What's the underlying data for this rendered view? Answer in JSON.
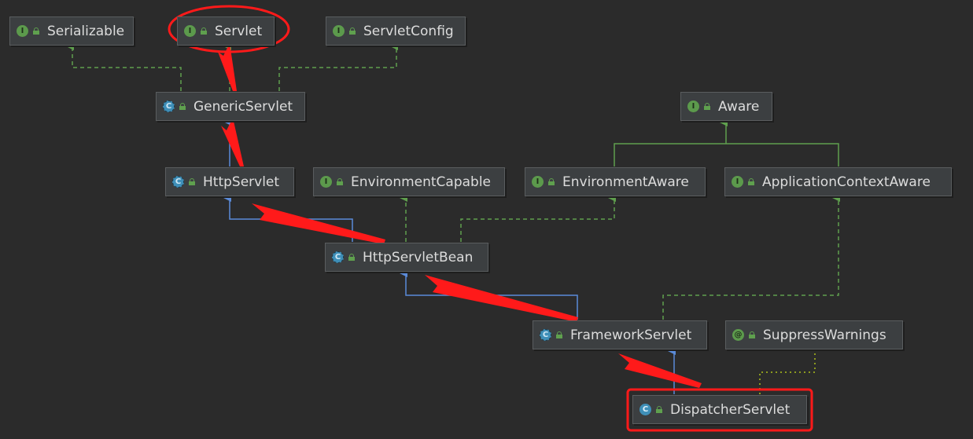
{
  "nodes": {
    "serializable": {
      "label": "Serializable",
      "kind": "I"
    },
    "servlet": {
      "label": "Servlet",
      "kind": "I"
    },
    "servlet_config": {
      "label": "ServletConfig",
      "kind": "I"
    },
    "generic_servlet": {
      "label": "GenericServlet",
      "kind": "C"
    },
    "aware": {
      "label": "Aware",
      "kind": "I"
    },
    "http_servlet": {
      "label": "HttpServlet",
      "kind": "C"
    },
    "environment_capable": {
      "label": "EnvironmentCapable",
      "kind": "I"
    },
    "environment_aware": {
      "label": "EnvironmentAware",
      "kind": "I"
    },
    "application_context_aware": {
      "label": "ApplicationContextAware",
      "kind": "I"
    },
    "http_servlet_bean": {
      "label": "HttpServletBean",
      "kind": "C"
    },
    "framework_servlet": {
      "label": "FrameworkServlet",
      "kind": "C"
    },
    "suppress_warnings": {
      "label": "SuppressWarnings",
      "kind": "@"
    },
    "dispatcher_servlet": {
      "label": "DispatcherServlet",
      "kind": "C"
    }
  },
  "colors": {
    "background": "#2b2b2b",
    "node_fill": "#3c3f41",
    "extends_edge": "#5b8bd9",
    "implements_edge": "#5fa04e",
    "annotation_edge": "#8c9a1f",
    "highlight": "#ff1a1a"
  }
}
